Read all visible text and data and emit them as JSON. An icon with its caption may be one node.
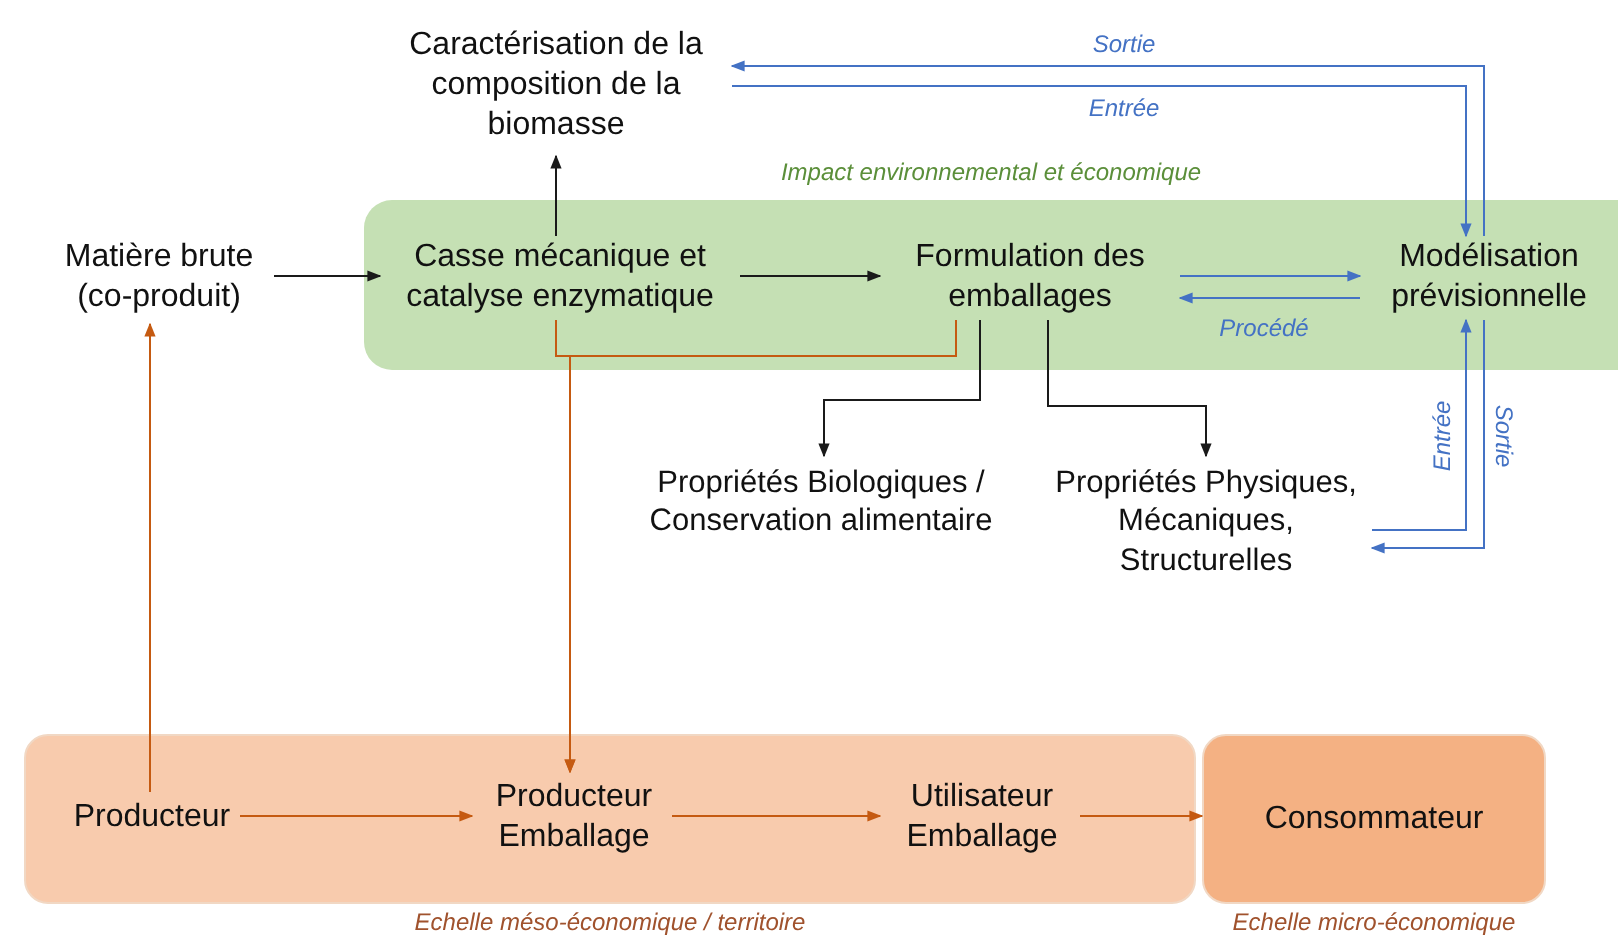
{
  "diagram": {
    "nodes": [
      {
        "text": [
          "Impact environnemental et économique"
        ]
      },
      {
        "text": [
          "Casse mécanique et catalyse enzymatique"
        ],
        "in": 0
      },
      {
        "text": [
          "Formulation des emballages"
        ],
        "in": 0
      },
      {
        "text": [
          "Modélisation prévisionnelle"
        ],
        "in": 0
      },
      {
        "text": [
          "Matière brute (co-produit)"
        ]
      },
      {
        "text": [
          "Caractérisation de la composition de la biomasse"
        ]
      },
      {
        "text": [
          "Propriétés Biologiques / Conservation alimentaire"
        ]
      },
      {
        "text": [
          "Propriétés Physiques, Mécaniques, Structurelles"
        ]
      },
      {
        "text": [
          "Echelle méso-économique / territoire"
        ]
      },
      {
        "text": [
          "Producteur"
        ],
        "in": 8
      },
      {
        "text": [
          "Producteur Emballage"
        ],
        "in": 8
      },
      {
        "text": [
          "Utilisateur Emballage"
        ],
        "in": 8
      },
      {
        "text": [
          "Consommateur"
        ],
        "beside": [
          "Echelle micro-économique"
        ]
      }
    ],
    "edges": [
      {
        "from": 4,
        "to": 1,
        "arrow": "to",
        "color": "#1a1a1a"
      },
      {
        "from": 1,
        "to": 5,
        "arrow": "to",
        "color": "#1a1a1a"
      },
      {
        "from": 1,
        "to": 2,
        "arrow": "to",
        "color": "#1a1a1a"
      },
      {
        "from": 2,
        "to": 3,
        "arrow": "to",
        "color": "#4472c4"
      },
      {
        "from": 3,
        "to": 2,
        "arrow": "to",
        "label": "Procédé",
        "color": "#4472c4"
      },
      {
        "from": 3,
        "to": 5,
        "arrow": "to",
        "label": "Sortie",
        "color": "#4472c4"
      },
      {
        "from": 5,
        "to": 3,
        "arrow": "to",
        "label": "Entrée",
        "color": "#4472c4"
      },
      {
        "from": 7,
        "to": 3,
        "arrow": "to",
        "label": "Entrée",
        "color": "#4472c4"
      },
      {
        "from": 3,
        "to": 7,
        "arrow": "to",
        "label": "Sortie",
        "color": "#4472c4"
      },
      {
        "from": 2,
        "to": 6,
        "arrow": "to",
        "color": "#1a1a1a"
      },
      {
        "from": 2,
        "to": 7,
        "arrow": "to",
        "color": "#1a1a1a"
      },
      {
        "from": 9,
        "to": 4,
        "arrow": "to",
        "color": "#c55a11"
      },
      {
        "from": 1,
        "to": 10,
        "arrow": "to",
        "color": "#c55a11"
      },
      {
        "from": 2,
        "to": 10,
        "arrow": "to",
        "color": "#c55a11"
      },
      {
        "from": 9,
        "to": 10,
        "arrow": "to",
        "color": "#c55a11"
      },
      {
        "from": 10,
        "to": 11,
        "arrow": "to",
        "color": "#c55a11"
      },
      {
        "from": 11,
        "to": 12,
        "arrow": "to",
        "color": "#c55a11"
      }
    ]
  }
}
